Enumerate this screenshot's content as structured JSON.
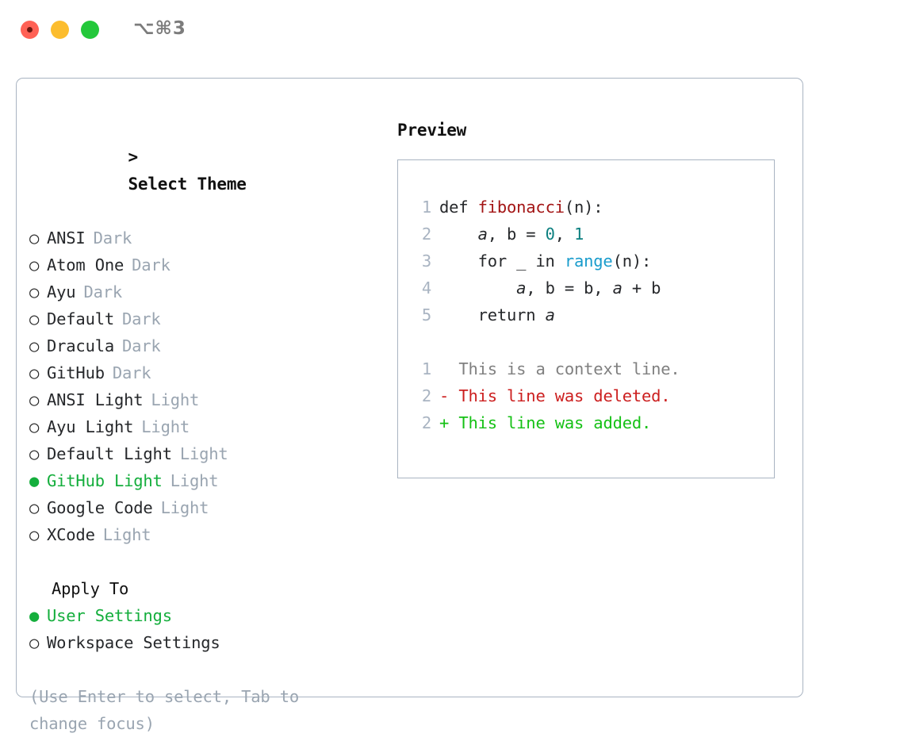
{
  "titlebar": {
    "shortcut": "⌥⌘3",
    "dots": [
      {
        "name": "close",
        "color": "#ff6155"
      },
      {
        "name": "minimize",
        "color": "#fcbd2e"
      },
      {
        "name": "zoom",
        "color": "#24c83b"
      }
    ]
  },
  "colors": {
    "selected_green": "#14ae3c",
    "muted_gray": "#9aa5b1",
    "border": "#a9b4c2",
    "text": "#26282b",
    "diff_add": "#15c115",
    "diff_del": "#cc1f1f",
    "diff_context": "#808080",
    "token_function": "#a31515",
    "token_number": "#0d8080",
    "token_builtin": "#1a9ccc"
  },
  "theme_section": {
    "prefix": ">",
    "title": "Select Theme",
    "items": [
      {
        "marker": "○",
        "name": "ANSI",
        "variant": "Dark",
        "selected": false
      },
      {
        "marker": "○",
        "name": "Atom One",
        "variant": "Dark",
        "selected": false
      },
      {
        "marker": "○",
        "name": "Ayu",
        "variant": "Dark",
        "selected": false
      },
      {
        "marker": "○",
        "name": "Default",
        "variant": "Dark",
        "selected": false
      },
      {
        "marker": "○",
        "name": "Dracula",
        "variant": "Dark",
        "selected": false
      },
      {
        "marker": "○",
        "name": "GitHub",
        "variant": "Dark",
        "selected": false
      },
      {
        "marker": "○",
        "name": "ANSI Light",
        "variant": "Light",
        "selected": false
      },
      {
        "marker": "○",
        "name": "Ayu Light",
        "variant": "Light",
        "selected": false
      },
      {
        "marker": "○",
        "name": "Default Light",
        "variant": "Light",
        "selected": false
      },
      {
        "marker": "●",
        "name": "GitHub Light",
        "variant": "Light",
        "selected": true
      },
      {
        "marker": "○",
        "name": "Google Code",
        "variant": "Light",
        "selected": false
      },
      {
        "marker": "○",
        "name": "XCode",
        "variant": "Light",
        "selected": false
      }
    ]
  },
  "apply_section": {
    "title": "Apply To",
    "items": [
      {
        "marker": "●",
        "name": "User Settings",
        "selected": true
      },
      {
        "marker": "○",
        "name": "Workspace Settings",
        "selected": false
      }
    ]
  },
  "hint": "(Use Enter to select, Tab to change focus)",
  "preview": {
    "title": "Preview",
    "code_lines": [
      {
        "no": "1",
        "tokens": [
          {
            "t": "def ",
            "k": "plain"
          },
          {
            "t": "fibonacci",
            "k": "fn"
          },
          {
            "t": "(n):",
            "k": "plain"
          }
        ]
      },
      {
        "no": "2",
        "tokens": [
          {
            "t": "    ",
            "k": "plain"
          },
          {
            "t": "a",
            "k": "var"
          },
          {
            "t": ", b = ",
            "k": "plain"
          },
          {
            "t": "0",
            "k": "num"
          },
          {
            "t": ", ",
            "k": "plain"
          },
          {
            "t": "1",
            "k": "num"
          }
        ]
      },
      {
        "no": "3",
        "tokens": [
          {
            "t": "    for _ in ",
            "k": "plain"
          },
          {
            "t": "range",
            "k": "builtin"
          },
          {
            "t": "(n):",
            "k": "plain"
          }
        ]
      },
      {
        "no": "4",
        "tokens": [
          {
            "t": "        ",
            "k": "plain"
          },
          {
            "t": "a",
            "k": "var"
          },
          {
            "t": ", b = b, ",
            "k": "plain"
          },
          {
            "t": "a",
            "k": "var"
          },
          {
            "t": " + b",
            "k": "plain"
          }
        ]
      },
      {
        "no": "5",
        "tokens": [
          {
            "t": "    return ",
            "k": "plain"
          },
          {
            "t": "a",
            "k": "var"
          }
        ]
      }
    ],
    "diff_lines": [
      {
        "no": "1",
        "sign": " ",
        "text": "This is a context line.",
        "kind": "context"
      },
      {
        "no": "2",
        "sign": "-",
        "text": "This line was deleted.",
        "kind": "del"
      },
      {
        "no": "2",
        "sign": "+",
        "text": "This line was added.",
        "kind": "add"
      }
    ]
  }
}
